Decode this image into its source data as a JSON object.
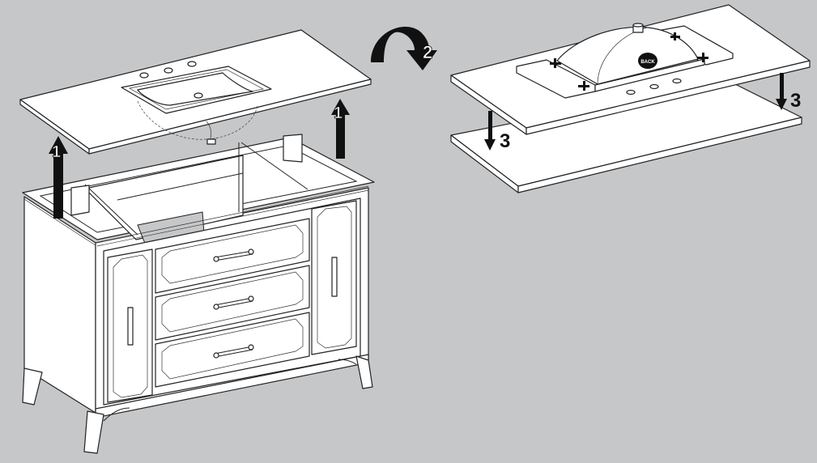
{
  "diagram": {
    "background_color": "#c6c7c9",
    "line_color": "#222222",
    "step_labels": {
      "lift_left": "1",
      "lift_right": "1",
      "flip": "2",
      "lower_left": "3",
      "lower_right": "3"
    },
    "sink_label": "BACK",
    "panels": [
      {
        "name": "vanity-top-with-sink",
        "description": "Countertop with undermount sink lifted off cabinet"
      },
      {
        "name": "vanity-cabinet",
        "description": "Cabinet with 3 drawers and 2 side doors"
      },
      {
        "name": "flipped-top",
        "description": "Countertop flipped upside down and placed on a flat surface"
      }
    ],
    "icons": [
      "up-arrow-icon",
      "curved-flip-arrow-icon",
      "down-arrow-icon",
      "clip-bracket-icon"
    ]
  }
}
